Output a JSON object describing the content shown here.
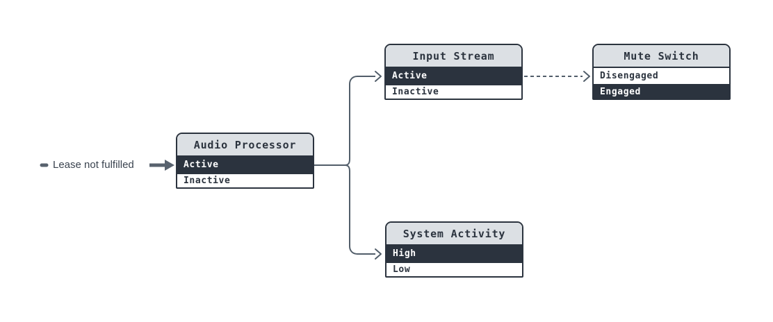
{
  "diagram": {
    "annotation": {
      "label": "Lease not fulfilled"
    },
    "nodes": [
      {
        "title": "Audio Processor",
        "rows": [
          {
            "label": "Active",
            "highlighted": true
          },
          {
            "label": "Inactive",
            "highlighted": false
          }
        ]
      },
      {
        "title": "Input Stream",
        "rows": [
          {
            "label": "Active",
            "highlighted": true
          },
          {
            "label": "Inactive",
            "highlighted": false
          }
        ]
      },
      {
        "title": "Mute Switch",
        "rows": [
          {
            "label": "Disengaged",
            "highlighted": false
          },
          {
            "label": "Engaged",
            "highlighted": true
          }
        ]
      },
      {
        "title": "System Activity",
        "rows": [
          {
            "label": "High",
            "highlighted": true
          },
          {
            "label": "Low",
            "highlighted": false
          }
        ]
      }
    ],
    "edges": [
      {
        "from": "Audio Processor / Active",
        "to": "Input Stream / Active",
        "style": "solid-arrow"
      },
      {
        "from": "Audio Processor / Active",
        "to": "System Activity / High",
        "style": "solid-arrow"
      },
      {
        "from": "Input Stream / Active",
        "to": "Mute Switch / Disengaged",
        "style": "dashed-arrow"
      },
      {
        "from": "Lease not fulfilled",
        "to": "Audio Processor / Active",
        "style": "thick-annotation-arrow"
      }
    ],
    "colors": {
      "dark_slate": "#2b333e",
      "header_bg": "#dce0e4",
      "connector": "#515d69",
      "annotation_arrow": "#58626e",
      "row_text_light": "#ffffff",
      "background": "#ffffff"
    }
  }
}
